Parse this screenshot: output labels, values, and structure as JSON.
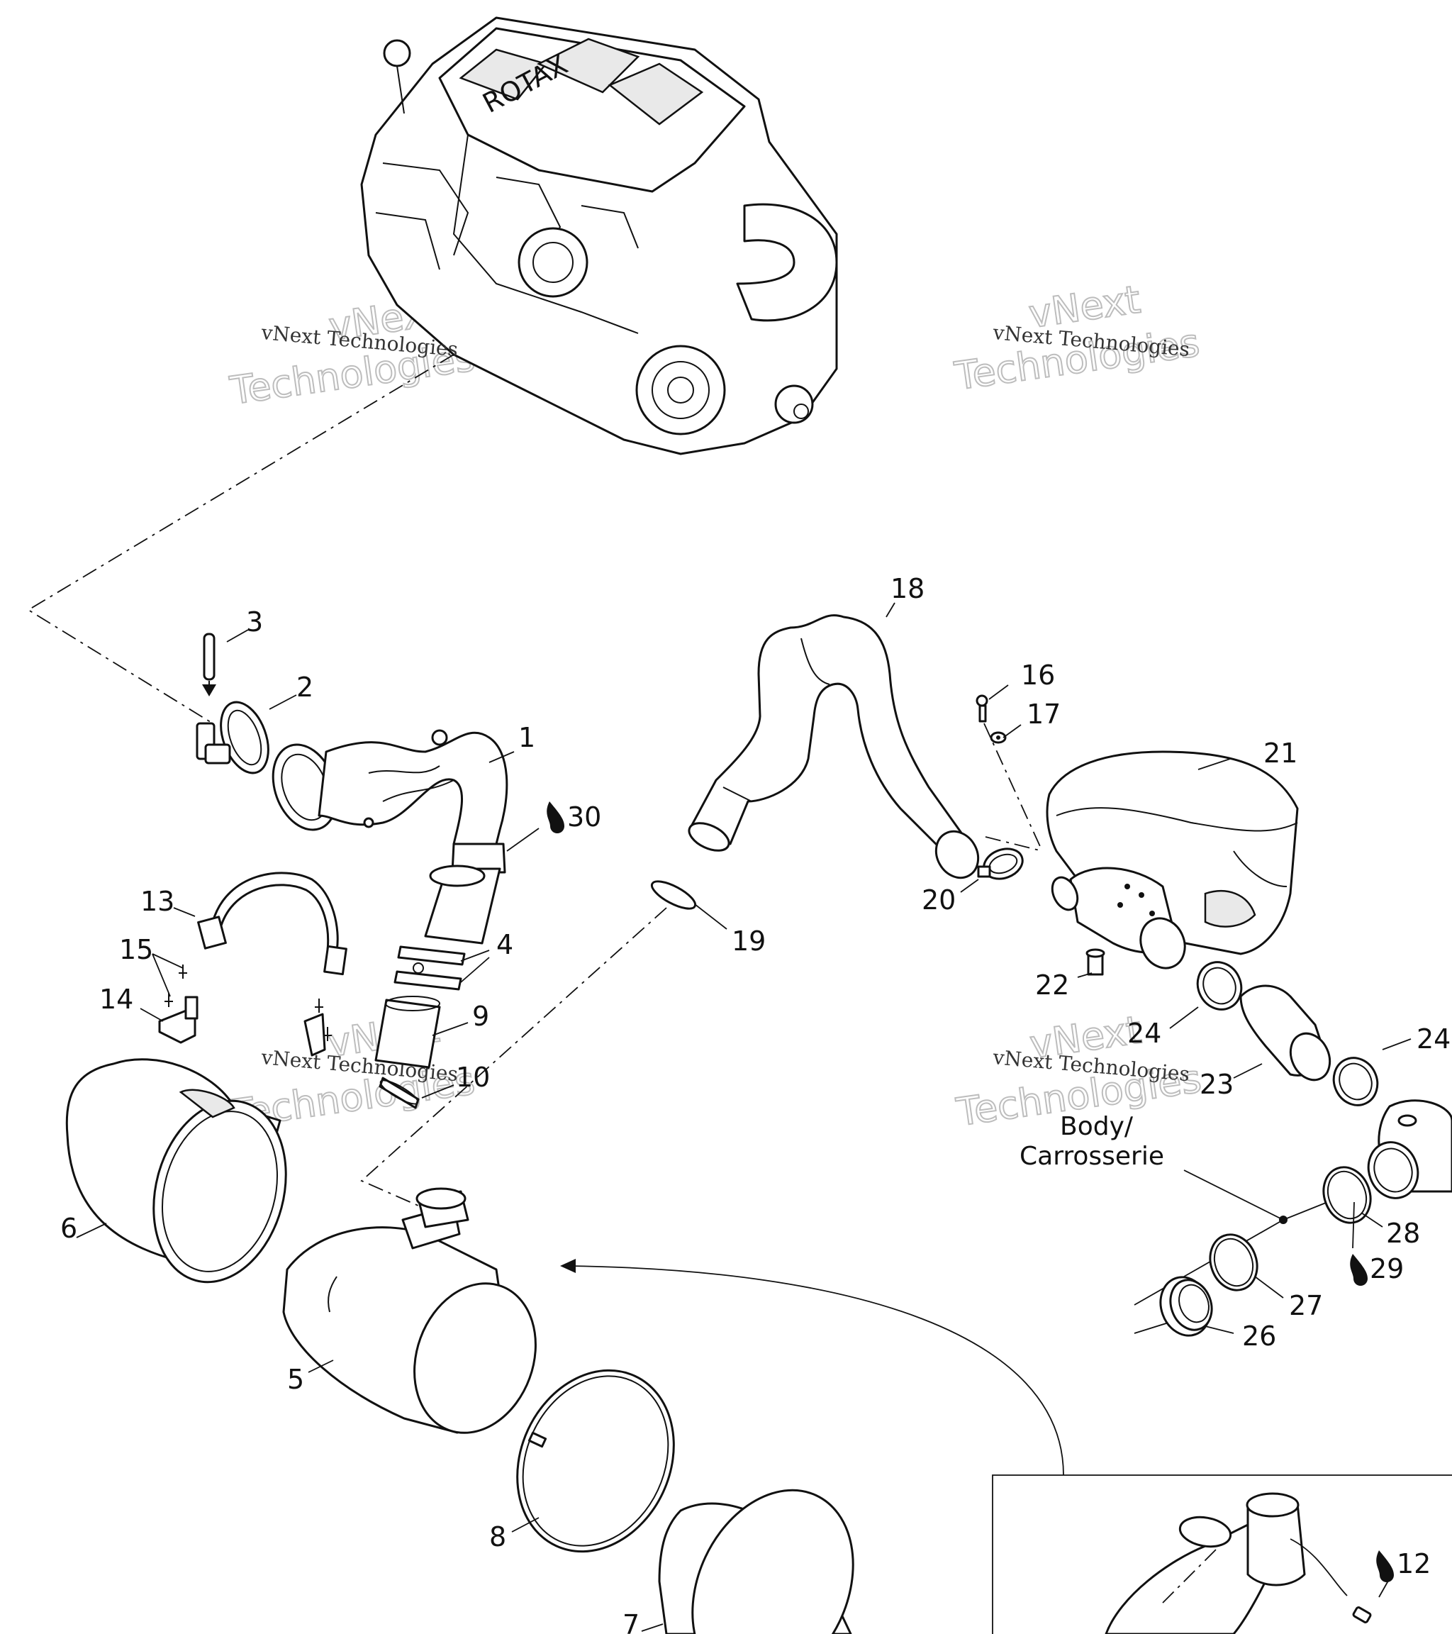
{
  "diagram": {
    "callouts": [
      {
        "id": "1",
        "text": "1"
      },
      {
        "id": "2",
        "text": "2"
      },
      {
        "id": "3",
        "text": "3"
      },
      {
        "id": "4",
        "text": "4"
      },
      {
        "id": "5",
        "text": "5"
      },
      {
        "id": "6",
        "text": "6"
      },
      {
        "id": "7",
        "text": "7"
      },
      {
        "id": "8",
        "text": "8"
      },
      {
        "id": "9",
        "text": "9"
      },
      {
        "id": "10",
        "text": "10"
      },
      {
        "id": "12",
        "text": "12"
      },
      {
        "id": "13",
        "text": "13"
      },
      {
        "id": "14",
        "text": "14"
      },
      {
        "id": "15",
        "text": "15"
      },
      {
        "id": "16",
        "text": "16"
      },
      {
        "id": "17",
        "text": "17"
      },
      {
        "id": "18",
        "text": "18"
      },
      {
        "id": "19",
        "text": "19"
      },
      {
        "id": "20",
        "text": "20"
      },
      {
        "id": "21",
        "text": "21"
      },
      {
        "id": "22",
        "text": "22"
      },
      {
        "id": "23",
        "text": "23"
      },
      {
        "id": "24a",
        "text": "24"
      },
      {
        "id": "24b",
        "text": "24"
      },
      {
        "id": "26",
        "text": "26"
      },
      {
        "id": "27",
        "text": "27"
      },
      {
        "id": "28",
        "text": "28"
      },
      {
        "id": "29",
        "text": "29"
      },
      {
        "id": "30",
        "text": "30"
      }
    ],
    "note_line1": "Body/",
    "note_line2": "Carrosserie",
    "watermark_small": "vNext Technologies",
    "watermark_big_line1": "vNext",
    "watermark_big_line2": "Technologies",
    "engine_logo": "ROTAX"
  }
}
